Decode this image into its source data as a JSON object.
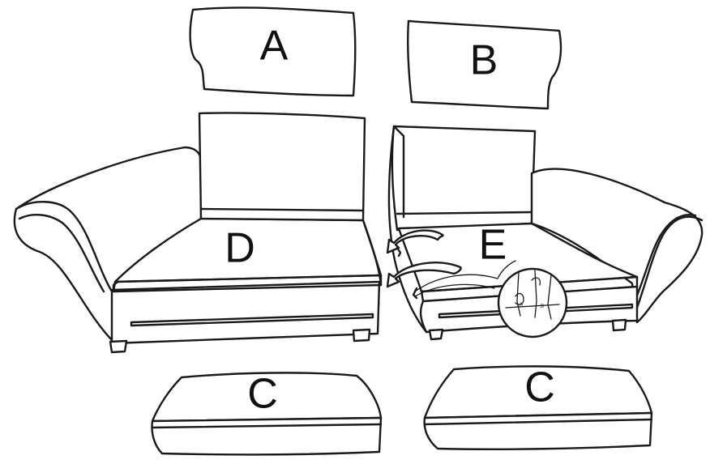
{
  "labels": {
    "back_cushion_left": "A",
    "back_cushion_right": "B",
    "seat_cushion_left": "C",
    "seat_cushion_right": "C",
    "sofa_section_left": "D",
    "sofa_section_right": "E"
  },
  "detail_letters": [
    "A",
    "B"
  ]
}
